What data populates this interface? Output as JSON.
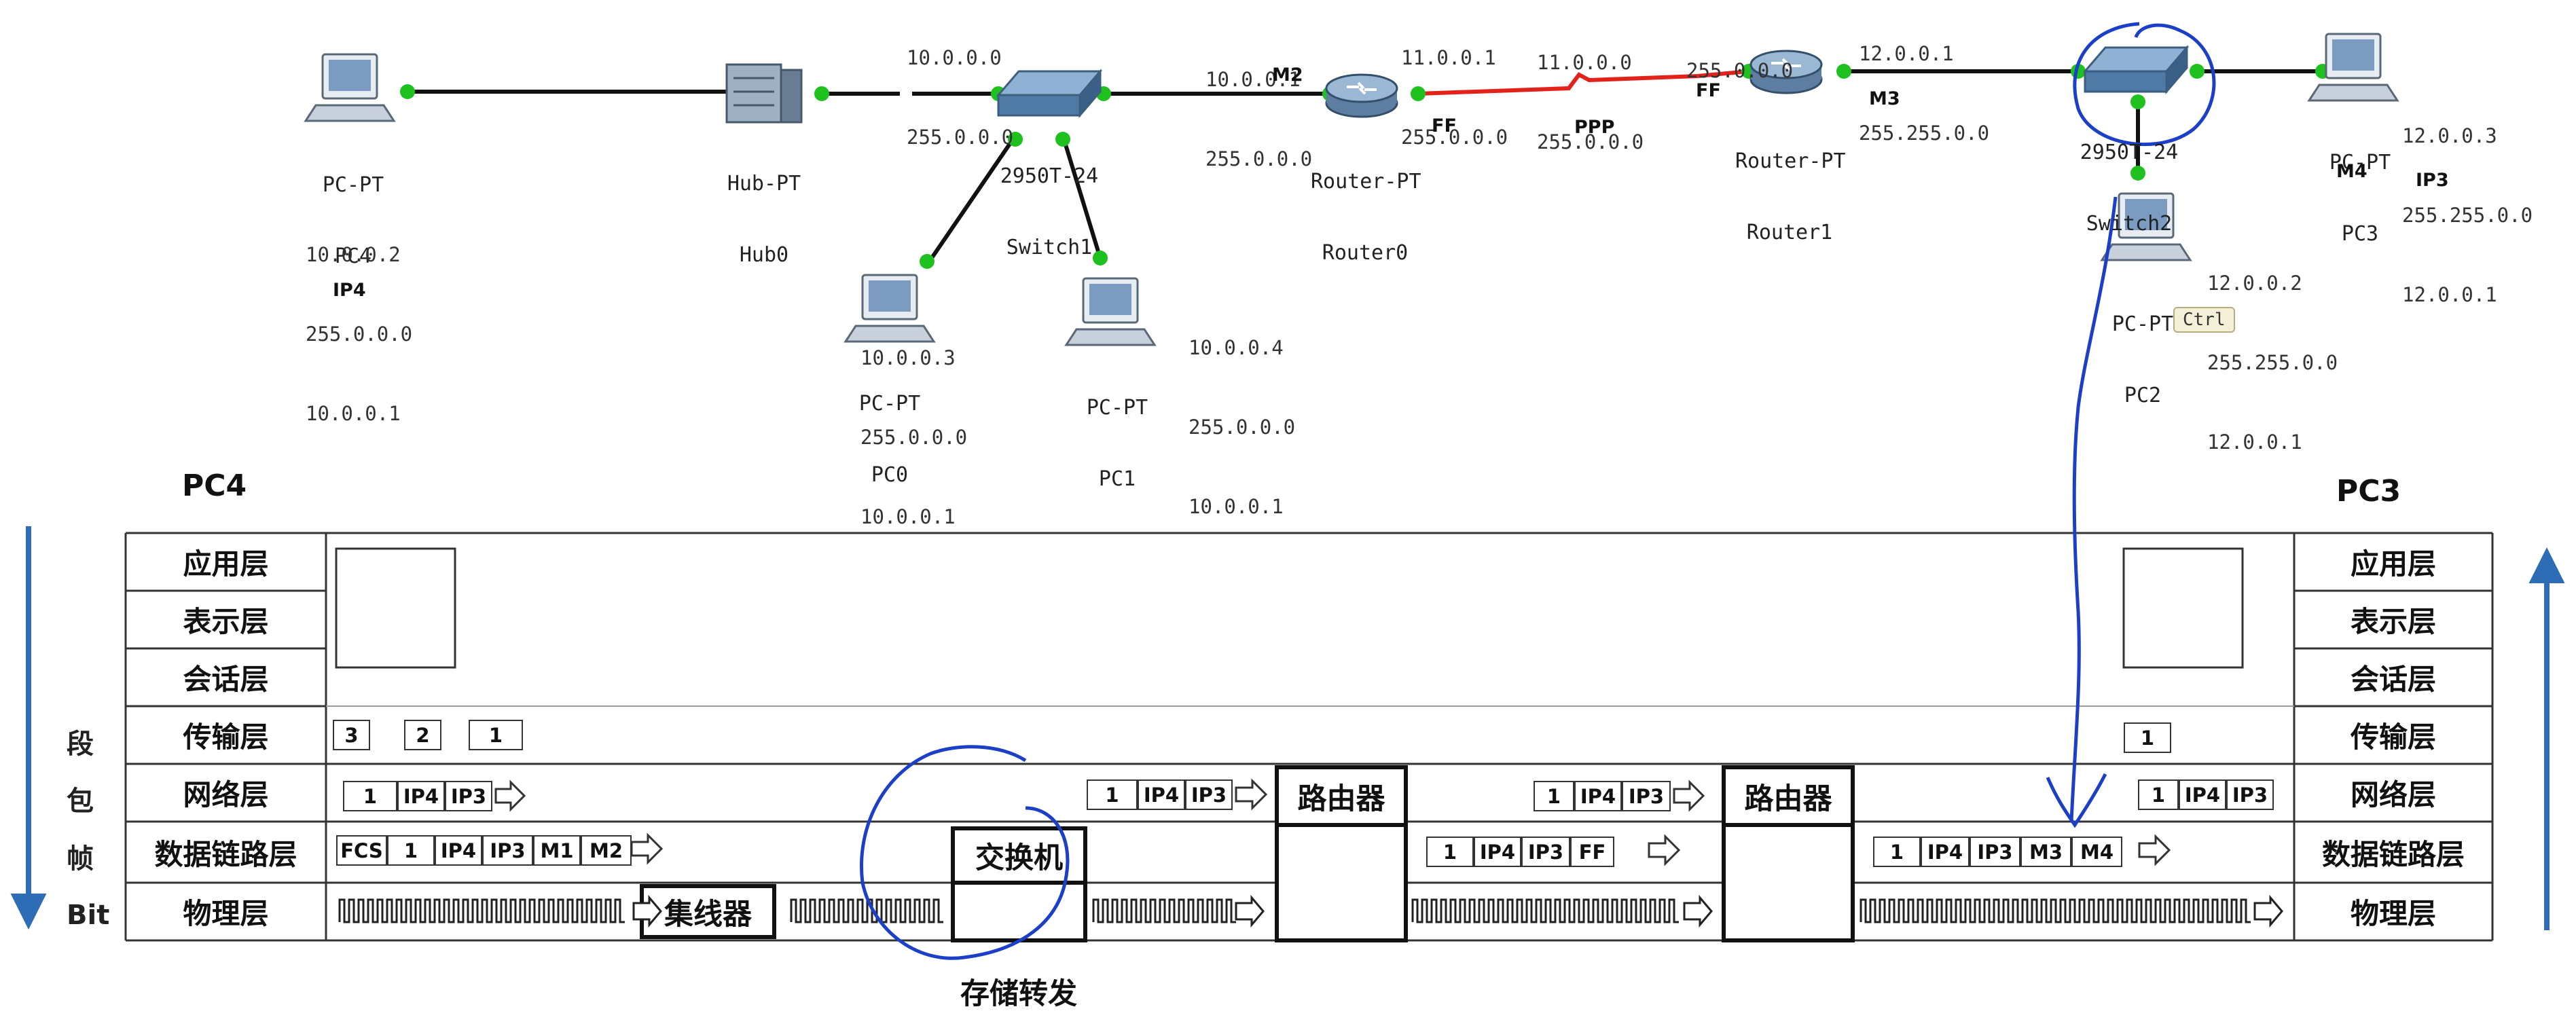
{
  "topology": {
    "devices": {
      "pc4": {
        "type": "PC-PT",
        "name": "PC4"
      },
      "hub0": {
        "type": "Hub-PT",
        "name": "Hub0"
      },
      "switch1": {
        "type": "2950T-24",
        "name": "Switch1"
      },
      "router0": {
        "type": "Router-PT",
        "name": "Router0"
      },
      "router1": {
        "type": "Router-PT",
        "name": "Router1"
      },
      "switch2": {
        "type": "2950T-24",
        "name": "Switch2"
      },
      "pc3": {
        "type": "PC-PT",
        "name": "PC3"
      },
      "pc2": {
        "type": "PC-PT",
        "name": "PC2"
      },
      "pc0": {
        "type": "PC-PT",
        "name": "PC0"
      },
      "pc1": {
        "type": "PC-PT",
        "name": "PC1"
      }
    },
    "addresses": {
      "pc4": [
        "10.0.0.2",
        "255.0.0.0",
        "10.0.0.1"
      ],
      "pc0": [
        "10.0.0.3",
        "255.0.0.0",
        "10.0.0.1"
      ],
      "pc1": [
        "10.0.0.4",
        "255.0.0.0",
        "10.0.0.1"
      ],
      "net_top": [
        "10.0.0.0",
        "255.0.0.0"
      ],
      "router0_left": [
        "10.0.0.1",
        "255.0.0.0"
      ],
      "router0_right": [
        "11.0.0.1",
        "255.0.0.0"
      ],
      "wan": [
        "11.0.0.0",
        "255.0.0.0"
      ],
      "router1_left": [
        "255.0.0.0"
      ],
      "router1_right": [
        "12.0.0.1",
        "255.255.0.0"
      ],
      "pc3": [
        "12.0.0.3",
        "255.255.0.0",
        "12.0.0.1"
      ],
      "pc2": [
        "12.0.0.2",
        "255.255.0.0",
        "12.0.0.1"
      ]
    },
    "tags": {
      "ip4": "IP4",
      "m2": "M2",
      "ff_r0": "FF",
      "ppp": "PPP",
      "ff_r1": "FF",
      "m3": "M3",
      "m4": "M4",
      "ip3": "IP3"
    },
    "tooltip": "Ctrl"
  },
  "stack": {
    "left_host": "PC4",
    "right_host": "PC3",
    "layers": [
      "应用层",
      "表示层",
      "会话层",
      "传输层",
      "网络层",
      "数据链路层",
      "物理层"
    ],
    "pdu_units": [
      "段",
      "包",
      "帧",
      "Bit"
    ],
    "devices": {
      "hub": "集线器",
      "switch": "交换机",
      "router": "路由器"
    },
    "switch_note": "存储转发",
    "segments_left": [
      "3",
      "2",
      "1"
    ],
    "segment_right": "1",
    "packet_fields": [
      "1",
      "IP4",
      "IP3"
    ],
    "frame_pc4": [
      "FCS",
      "1",
      "IP4",
      "IP3",
      "M1",
      "M2"
    ],
    "frame_wan": [
      "1",
      "IP4",
      "IP3",
      "FF"
    ],
    "frame_lan2": [
      "1",
      "IP4",
      "IP3",
      "M3",
      "M4"
    ]
  },
  "colors": {
    "link": "#111111",
    "wan_link": "#e3231b",
    "port": "#1fc11f",
    "ink": "#1c3fc8",
    "arrow": "#2d6db5"
  }
}
